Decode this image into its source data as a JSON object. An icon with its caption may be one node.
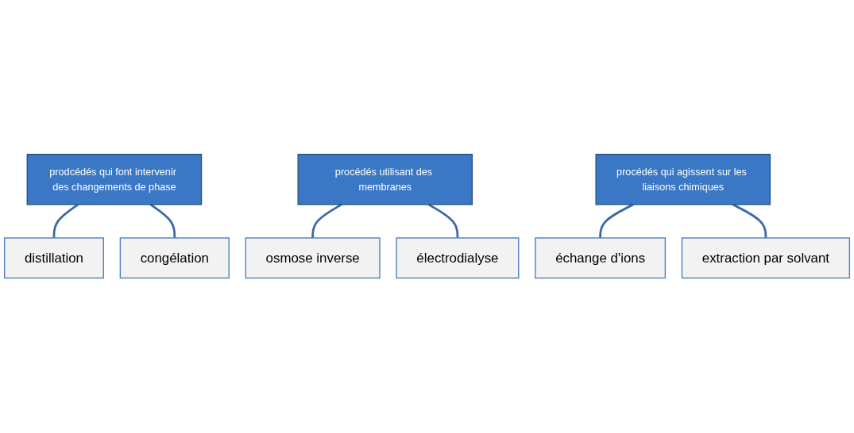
{
  "diagram": {
    "nodes": [
      {
        "text": [
          "prodcédés qui font intervenir des changements de phase"
        ]
      },
      {
        "text": [
          "distillation"
        ]
      },
      {
        "text": [
          "congélation"
        ]
      },
      {
        "text": [
          "procédés utilisant des membranes"
        ]
      },
      {
        "text": [
          "osmose inverse"
        ]
      },
      {
        "text": [
          "électrodialyse"
        ]
      },
      {
        "text": [
          "procédés qui agissent sur les liaisons chimiques"
        ]
      },
      {
        "text": [
          "échange d'ions"
        ]
      },
      {
        "text": [
          "extraction par solvant"
        ]
      }
    ],
    "edges": [
      {
        "from": 0,
        "to": 1,
        "arrow": "none"
      },
      {
        "from": 0,
        "to": 2,
        "arrow": "none"
      },
      {
        "from": 3,
        "to": 4,
        "arrow": "none"
      },
      {
        "from": 3,
        "to": 5,
        "arrow": "none"
      },
      {
        "from": 6,
        "to": 7,
        "arrow": "none"
      },
      {
        "from": 6,
        "to": 8,
        "arrow": "none"
      }
    ]
  }
}
